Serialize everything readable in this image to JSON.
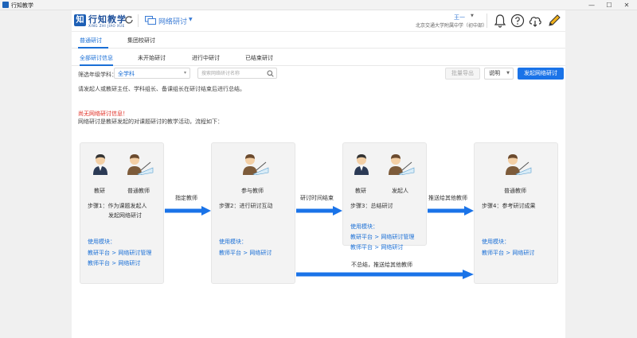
{
  "window": {
    "title": "行知教学",
    "controls": [
      "—",
      "☐",
      "✕"
    ]
  },
  "header": {
    "logo_mark": "知",
    "logo_cn": "行知教学",
    "logo_en": "XING ZHI JIAO XUE",
    "module": "网络研讨",
    "user_name": "王一",
    "school": "北京交通大学附属中学（初中部）"
  },
  "tabs_main": [
    {
      "label": "普通研讨",
      "active": true
    },
    {
      "label": "集团校研讨",
      "active": false
    }
  ],
  "tabs_sub": [
    {
      "label": "全部研讨信息",
      "active": true
    },
    {
      "label": "未开始研讨",
      "active": false
    },
    {
      "label": "进行中研讨",
      "active": false
    },
    {
      "label": "已结束研讨",
      "active": false
    }
  ],
  "filter": {
    "label": "筛选年级学科：",
    "subject_value": "全学科",
    "search_placeholder": "搜索网络研讨名称"
  },
  "buttons": {
    "export": "批量导出",
    "help": "说明",
    "launch": "发起网络研讨"
  },
  "hint": "请发起人或教研主任、学科组长、备课组长在研讨结束后进行总结。",
  "empty_message": "尚无网络研讨信息！",
  "intro": "网络研讨是教研发起的对课题研讨的教学活动，流程如下：",
  "flow": {
    "boxes": [
      {
        "roles": [
          "教研",
          "普通教师"
        ],
        "step": [
          "步骤1：作为课题发起人",
          "发起网络研讨"
        ],
        "modules_title": "使用模块：",
        "modules": [
          "教研平台 > 网络研讨管理",
          "教师平台 > 网络研讨"
        ]
      },
      {
        "roles": [
          "参与教师"
        ],
        "step": [
          "步骤2：进行研讨互动"
        ],
        "modules_title": "使用模块：",
        "modules": [
          "教师平台 > 网络研讨"
        ]
      },
      {
        "roles": [
          "教研",
          "发起人"
        ],
        "step": [
          "步骤3：总结研讨"
        ],
        "modules_title": "使用模块：",
        "modules": [
          "教研平台 > 网络研讨管理",
          "教师平台 > 网络研讨"
        ]
      },
      {
        "roles": [
          "普通教师"
        ],
        "step": [
          "步骤4：参考研讨成果"
        ],
        "modules_title": "使用模块：",
        "modules": [
          "教师平台 > 网络研讨"
        ]
      }
    ],
    "arrows": [
      "指定教师",
      "研讨时间结束",
      "推送给其他教师",
      "不总结，推送给其他教师"
    ]
  },
  "colors": {
    "accent": "#1a73e8",
    "brand": "#1d4f9a",
    "error": "#e02e24",
    "arrow": "#1a73e8"
  }
}
